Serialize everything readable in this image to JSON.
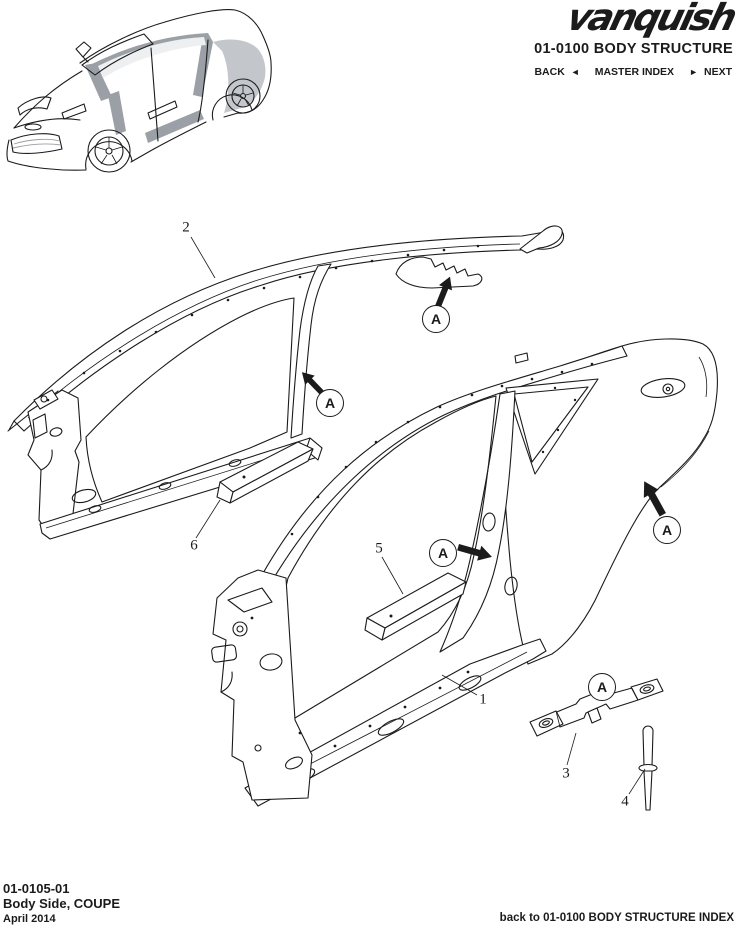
{
  "header": {
    "logo": "vanquish",
    "title": "01-0100 BODY STRUCTURE",
    "nav": {
      "back": "BACK",
      "back_arrow": "◄",
      "master_index": "MASTER INDEX",
      "next_arrow": "►",
      "next": "NEXT"
    }
  },
  "diagram": {
    "detail_label": "A",
    "callouts": {
      "c1": "1",
      "c2": "2",
      "c3": "3",
      "c4": "4",
      "c5": "5",
      "c6": "6"
    }
  },
  "footer": {
    "doc_number": "01-0105-01",
    "doc_title": "Body Side, COUPE",
    "date": "April 2014",
    "back_link": "back to 01-0100 BODY STRUCTURE INDEX"
  },
  "colors": {
    "ink": "#1b1b1b",
    "car_shade": "#9aa0a6",
    "car_shade_light": "#c3c7cb",
    "car_glass": "#edeff0",
    "grille": "#3c4043"
  }
}
